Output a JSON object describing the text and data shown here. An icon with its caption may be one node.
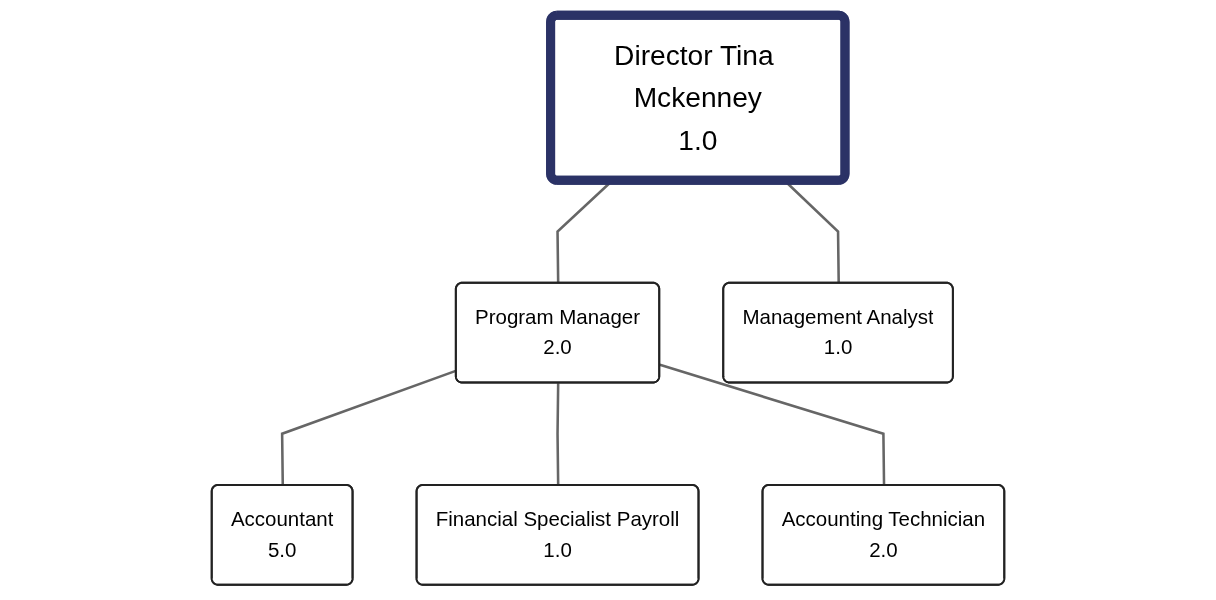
{
  "diagram": {
    "nodes": [
      {
        "text": [
          "Director Tina Mckenney",
          "1.0"
        ]
      },
      {
        "text": [
          "Program Manager",
          "2.0"
        ]
      },
      {
        "text": [
          "Management Analyst",
          "1.0"
        ]
      },
      {
        "text": [
          "Accountant",
          "5.0"
        ]
      },
      {
        "text": [
          "Financial Specialist Payroll",
          "1.0"
        ]
      },
      {
        "text": [
          "Accounting Technician",
          "2.0"
        ]
      }
    ],
    "edges": [
      {
        "from": 0,
        "to": 1,
        "arrow": "none"
      },
      {
        "from": 0,
        "to": 2,
        "arrow": "none"
      },
      {
        "from": 1,
        "to": 3,
        "arrow": "none"
      },
      {
        "from": 1,
        "to": 4,
        "arrow": "none"
      },
      {
        "from": 1,
        "to": 5,
        "arrow": "none"
      }
    ]
  }
}
